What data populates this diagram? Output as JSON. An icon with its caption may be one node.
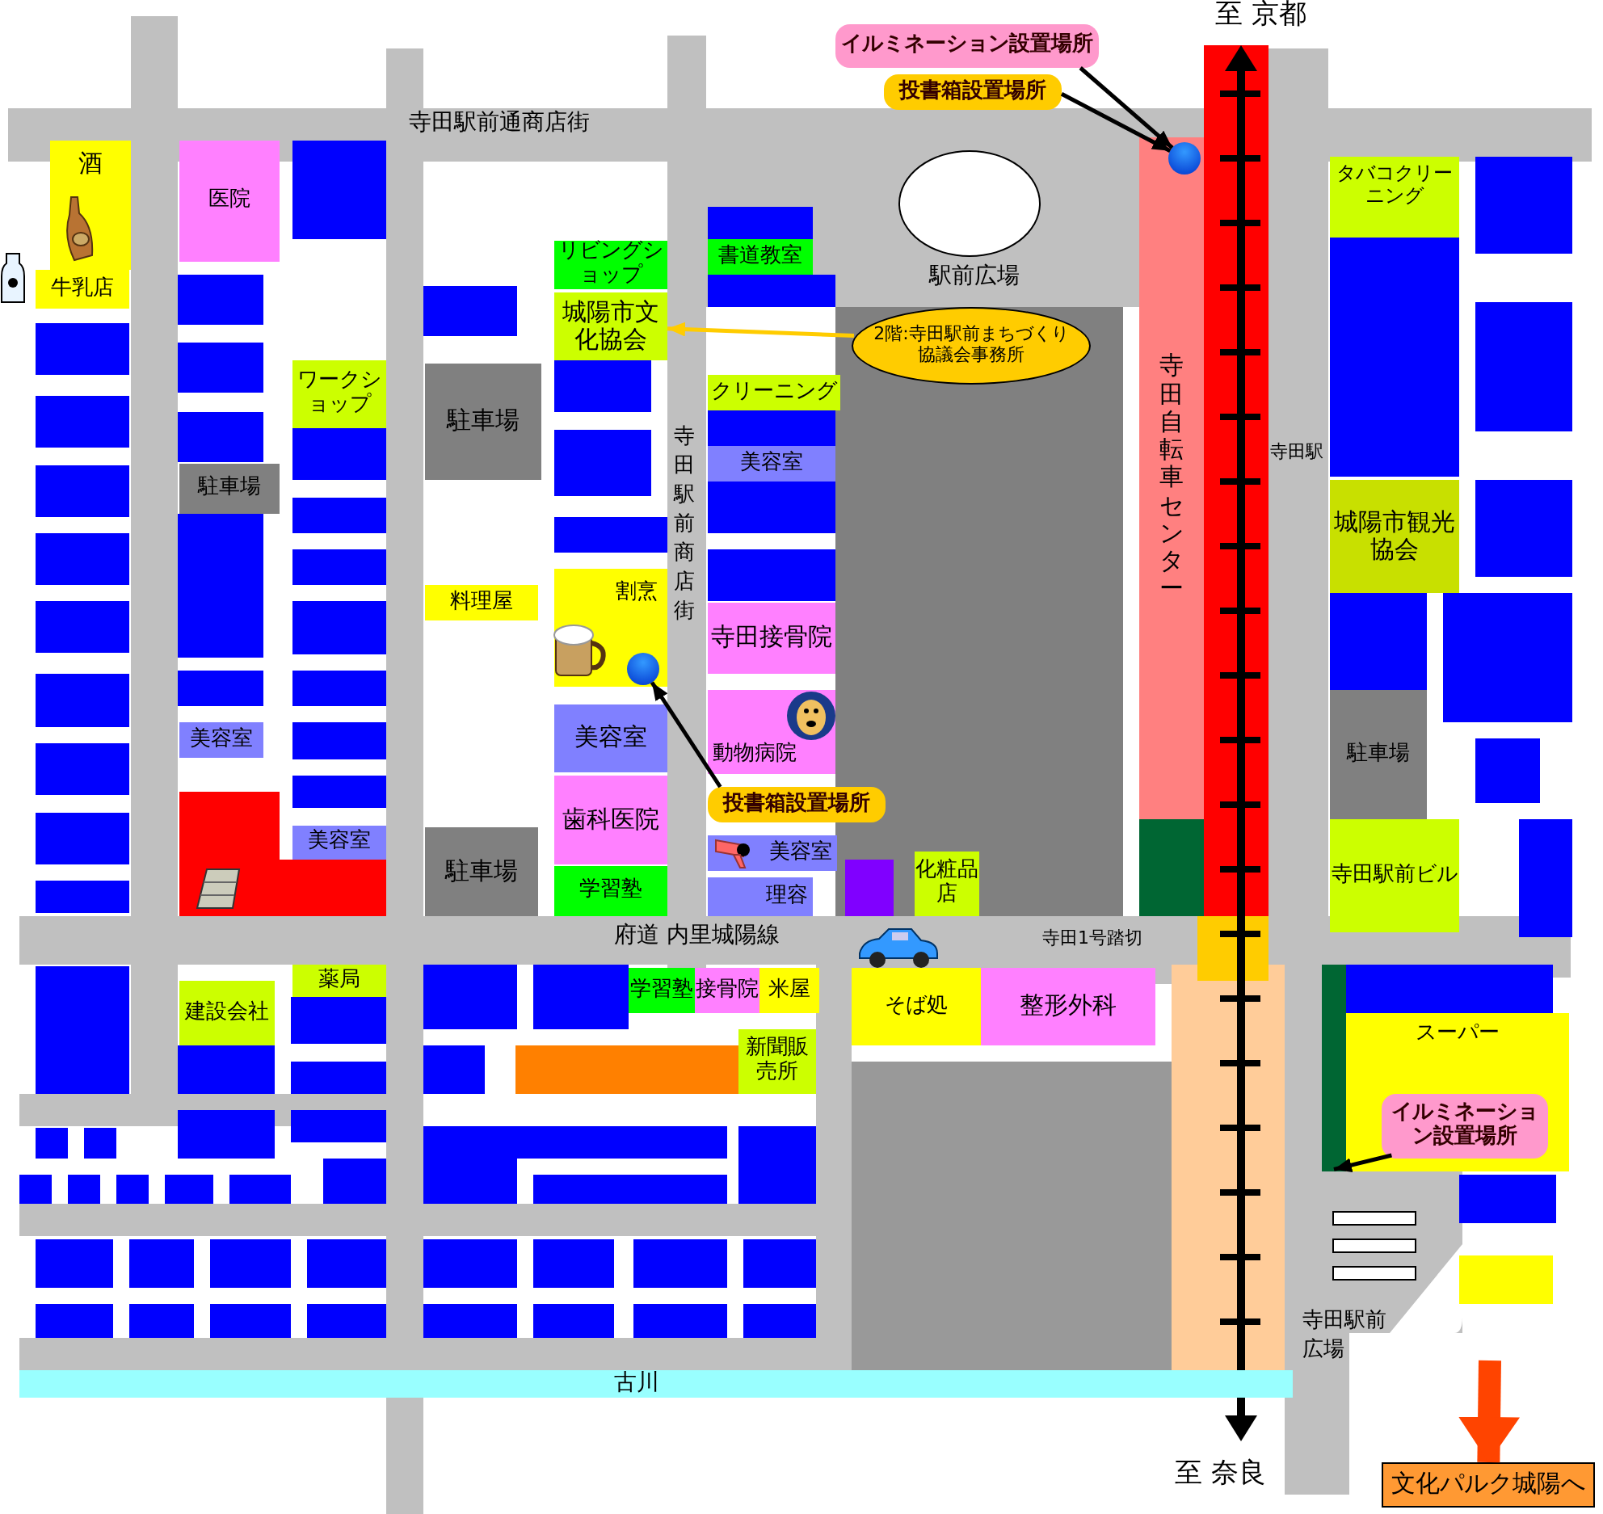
{
  "diagram": {
    "nodes": [
      {
        "text": [
          "酒"
        ]
      },
      {
        "text": [
          "牛乳店"
        ]
      },
      {
        "text": [
          "医院"
        ]
      },
      {
        "text": [
          "ワークショップ"
        ]
      },
      {
        "text": [
          "駐車場"
        ]
      },
      {
        "text": [
          "美容室"
        ]
      },
      {
        "text": [],
        "shape": "box"
      },
      {
        "text": [
          "美容室"
        ]
      },
      {
        "text": [
          "建設会社"
        ]
      },
      {
        "text": [
          "薬局"
        ]
      },
      {
        "text": [
          "駐車場"
        ]
      },
      {
        "text": [
          "料理屋"
        ]
      },
      {
        "text": [
          "駐車場"
        ]
      },
      {
        "text": [
          "リビングショップ"
        ]
      },
      {
        "text": [
          "城陽市文化協会"
        ]
      },
      {
        "text": [
          "割烹"
        ]
      },
      {
        "text": [
          "美容室"
        ]
      },
      {
        "text": [
          "歯科医院"
        ]
      },
      {
        "text": [
          "学習塾"
        ]
      },
      {
        "text": [
          "書道教室"
        ]
      },
      {
        "text": [
          "クリーニング"
        ]
      },
      {
        "text": [
          "美容室"
        ]
      },
      {
        "text": [
          "寺田接骨院"
        ]
      },
      {
        "text": [
          "動物病院"
        ]
      },
      {
        "text": [
          "美容室"
        ]
      },
      {
        "text": [
          "理容"
        ]
      },
      {
        "text": [
          "化粧品店"
        ]
      },
      {
        "text": [
          "学習塾"
        ]
      },
      {
        "text": [
          "接骨院"
        ]
      },
      {
        "text": [
          "米屋"
        ]
      },
      {
        "text": [
          "新聞販売所"
        ]
      },
      {
        "text": [
          "そば処"
        ]
      },
      {
        "text": [
          "整形外科"
        ]
      },
      {
        "text": [
          "寺田自転車センター"
        ]
      },
      {
        "text": [
          "タバコクリーニング"
        ]
      },
      {
        "text": [
          "城陽市観光協会"
        ]
      },
      {
        "text": [
          "駐車場"
        ]
      },
      {
        "text": [
          "寺田駅前ビル"
        ]
      },
      {
        "text": [
          "スーパー"
        ]
      },
      {
        "text": [
          "イルミネーション設置場所"
        ]
      },
      {
        "text": [
          "投書箱設置場所"
        ]
      },
      {
        "text": [],
        "shape": "circle",
        "in": 33
      },
      {
        "text": [
          "2階:寺田駅前まちづくり協議会事務所"
        ]
      },
      {
        "text": [
          "投書箱設置場所"
        ]
      },
      {
        "text": [],
        "shape": "circle",
        "in": 15
      },
      {
        "text": [
          "イルミネーション設置場所"
        ],
        "in": 38
      },
      {
        "text": [
          "文化パルク城陽へ"
        ]
      },
      {
        "text": [],
        "shape": "bar"
      },
      {
        "text": [],
        "shape": "circle"
      },
      {
        "text": [],
        "shape": "box"
      },
      {
        "text": [],
        "shape": "box"
      },
      {
        "text": [],
        "shape": "box"
      },
      {
        "text": [],
        "shape": "box"
      },
      {
        "text": [],
        "shape": "box"
      },
      {
        "text": [],
        "shape": "box"
      },
      {
        "text": [],
        "shape": "box"
      },
      {
        "text": [],
        "shape": "box"
      },
      {
        "text": [],
        "shape": "box"
      },
      {
        "text": [],
        "shape": "box"
      },
      {
        "text": [],
        "shape": "box"
      },
      {
        "text": [],
        "shape": "box"
      },
      {
        "text": [],
        "shape": "box"
      },
      {
        "text": [],
        "shape": "box"
      },
      {
        "text": [],
        "shape": "box"
      },
      {
        "text": [],
        "shape": "box"
      },
      {
        "text": [],
        "shape": "box"
      },
      {
        "text": [],
        "shape": "box"
      },
      {
        "text": [],
        "shape": "box"
      },
      {
        "text": [],
        "shape": "box"
      },
      {
        "text": [],
        "shape": "box"
      },
      {
        "text": [],
        "shape": "box"
      },
      {
        "text": [],
        "shape": "box"
      },
      {
        "text": [],
        "shape": "box"
      },
      {
        "text": [],
        "shape": "box"
      },
      {
        "text": [],
        "shape": "box"
      },
      {
        "text": [],
        "shape": "box"
      },
      {
        "text": [],
        "shape": "box"
      },
      {
        "text": [],
        "shape": "box"
      },
      {
        "text": [],
        "shape": "box"
      },
      {
        "text": [],
        "shape": "box"
      },
      {
        "text": [],
        "shape": "box"
      },
      {
        "text": [],
        "shape": "box"
      },
      {
        "text": [],
        "shape": "box"
      },
      {
        "text": [],
        "shape": "box"
      },
      {
        "text": [],
        "shape": "box"
      },
      {
        "text": [],
        "shape": "box"
      },
      {
        "text": [],
        "shape": "box"
      },
      {
        "text": [],
        "shape": "box"
      },
      {
        "text": [],
        "shape": "box"
      },
      {
        "text": [],
        "shape": "box"
      },
      {
        "text": [],
        "shape": "box"
      },
      {
        "text": [],
        "shape": "box"
      },
      {
        "text": [],
        "shape": "box"
      },
      {
        "text": [],
        "shape": "box"
      },
      {
        "text": [],
        "shape": "box"
      },
      {
        "text": [],
        "shape": "box"
      },
      {
        "text": [],
        "shape": "box"
      },
      {
        "text": [],
        "shape": "box"
      },
      {
        "text": [],
        "shape": "box"
      },
      {
        "text": [],
        "shape": "box"
      },
      {
        "text": [],
        "shape": "box"
      },
      {
        "text": [],
        "shape": "box"
      },
      {
        "text": [],
        "shape": "box"
      },
      {
        "text": [],
        "shape": "box"
      },
      {
        "text": [],
        "shape": "box"
      },
      {
        "text": [],
        "shape": "box"
      },
      {
        "text": [],
        "shape": "box"
      },
      {
        "text": [],
        "shape": "box"
      },
      {
        "text": [],
        "shape": "box"
      },
      {
        "text": [],
        "shape": "box"
      },
      {
        "text": [],
        "shape": "box"
      },
      {
        "text": [],
        "shape": "box"
      },
      {
        "text": [],
        "shape": "box"
      },
      {
        "text": [],
        "shape": "box"
      },
      {
        "text": [],
        "shape": "box"
      },
      {
        "text": [],
        "shape": "box"
      },
      {
        "text": [],
        "shape": "box"
      },
      {
        "text": [],
        "shape": "box"
      },
      {
        "text": [],
        "shape": "box"
      },
      {
        "text": [],
        "shape": "box"
      },
      {
        "text": [],
        "shape": "box"
      },
      {
        "text": [],
        "shape": "box"
      },
      {
        "text": [],
        "shape": "box"
      },
      {
        "text": [],
        "shape": "box"
      },
      {
        "text": [],
        "shape": "box"
      },
      {
        "text": [],
        "shape": "box"
      },
      {
        "text": [],
        "shape": "box"
      },
      {
        "text": [],
        "shape": "box"
      },
      {
        "text": [],
        "shape": "box"
      },
      {
        "text": [],
        "shape": "box"
      },
      {
        "text": [],
        "shape": "box"
      }
    ],
    "edges": [
      {
        "from": 39,
        "to": 41,
        "arrow": "to"
      },
      {
        "from": 40,
        "to": 41,
        "arrow": "to"
      },
      {
        "from": 42,
        "to": 14,
        "arrow": "to",
        "color": "#ffcc00"
      },
      {
        "from": 43,
        "to": 44,
        "arrow": "to"
      },
      {
        "from": 45,
        "to": 47,
        "arrow": "to"
      },
      {
        "from": null,
        "to": 46,
        "arrow": "to",
        "style": "thick",
        "color": "#ff4400"
      }
    ],
    "labels": [
      "至 京都",
      "寺田駅前通商店街",
      "駅前広場",
      "寺田駅",
      "寺田駅前商店街",
      "府道 内里城陽線",
      "寺田1号踏切",
      "寺田駅前広場",
      "古川",
      "至 奈良"
    ]
  }
}
